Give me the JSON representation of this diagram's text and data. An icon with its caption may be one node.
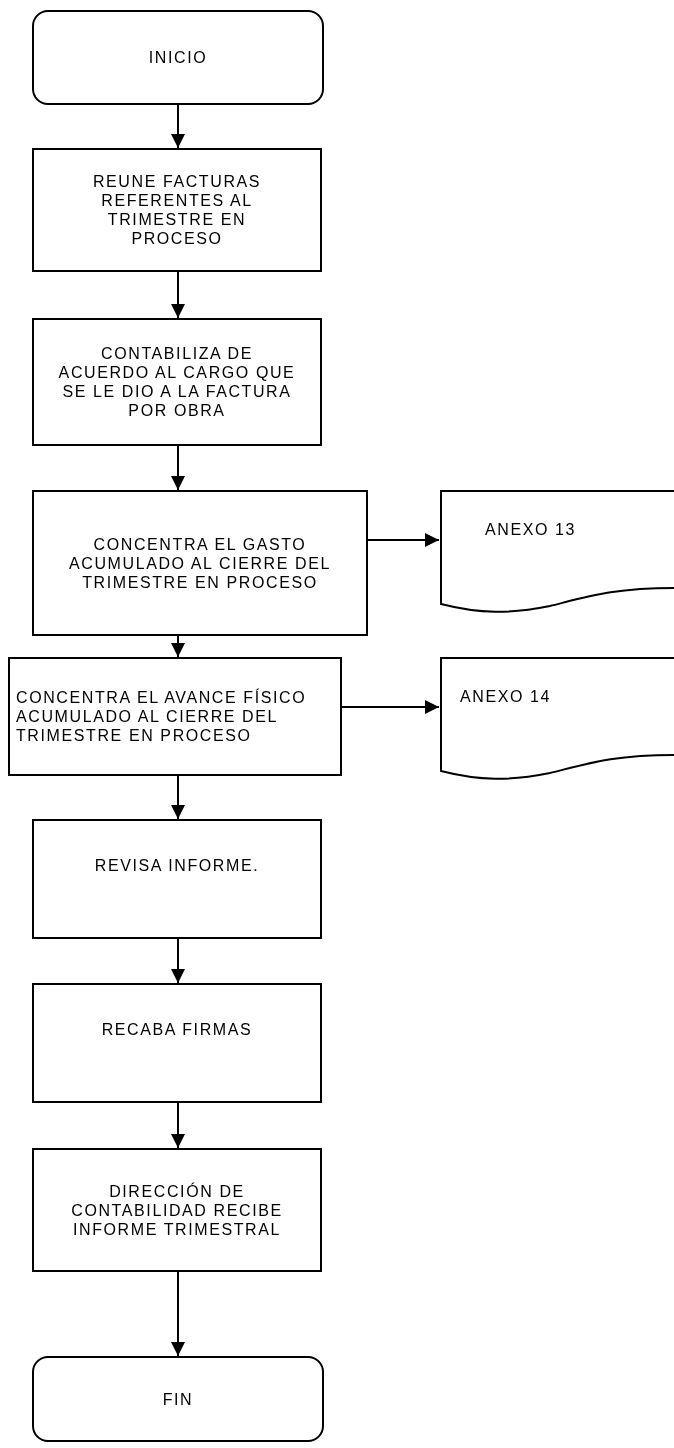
{
  "diagram": {
    "nodes": [
      {
        "text": [
          "INICIO"
        ]
      },
      {
        "text": [
          "REUNE FACTURAS REFERENTES AL TRIMESTRE EN PROCESO"
        ]
      },
      {
        "text": [
          "CONTABILIZA DE ACUERDO AL CARGO QUE SE LE DIO A LA FACTURA POR OBRA"
        ]
      },
      {
        "text": [
          "CONCENTRA EL GASTO ACUMULADO AL CIERRE DEL TRIMESTRE EN PROCESO"
        ]
      },
      {
        "text": [
          "ANEXO 13"
        ]
      },
      {
        "text": [
          "CONCENTRA EL AVANCE FÍSICO ACUMULADO AL CIERRE DEL TRIMESTRE EN PROCESO"
        ]
      },
      {
        "text": [
          "ANEXO 14"
        ]
      },
      {
        "text": [
          "REVISA INFORME."
        ]
      },
      {
        "text": [
          "RECABA FIRMAS"
        ]
      },
      {
        "text": [
          "DIRECCIÓN DE CONTABILIDAD RECIBE INFORME TRIMESTRAL"
        ]
      },
      {
        "text": [
          "FIN"
        ]
      }
    ],
    "edges": [
      {
        "from": 0,
        "to": 1,
        "arrow": "to"
      },
      {
        "from": 1,
        "to": 2,
        "arrow": "to"
      },
      {
        "from": 2,
        "to": 3,
        "arrow": "to"
      },
      {
        "from": 3,
        "to": 4,
        "arrow": "to"
      },
      {
        "from": 3,
        "to": 5,
        "arrow": "to"
      },
      {
        "from": 5,
        "to": 6,
        "arrow": "to"
      },
      {
        "from": 5,
        "to": 7,
        "arrow": "to"
      },
      {
        "from": 7,
        "to": 8,
        "arrow": "to"
      },
      {
        "from": 8,
        "to": 9,
        "arrow": "to"
      },
      {
        "from": 9,
        "to": 10,
        "arrow": "to"
      }
    ]
  }
}
